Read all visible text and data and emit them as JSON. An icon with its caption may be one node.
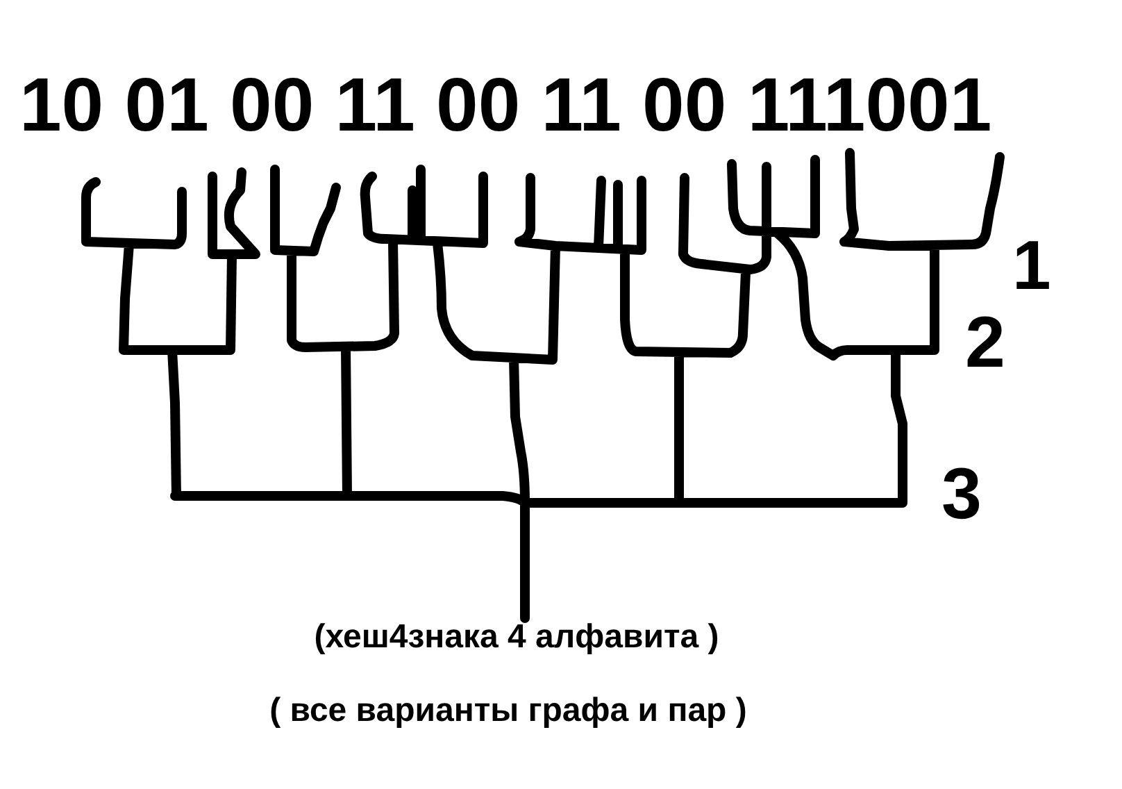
{
  "diagram": {
    "nodes": [
      {
        "text": [
          "10 01 00 11 00 11 00 111001"
        ]
      },
      {
        "text": [
          "(хеш4знака 4 алфавита )"
        ]
      }
    ],
    "edges": [
      {
        "from": 0,
        "to": 1,
        "arrow": "none"
      }
    ],
    "labels": [
      "1",
      "2",
      "3",
      "( все варианты графа и пар )"
    ]
  }
}
